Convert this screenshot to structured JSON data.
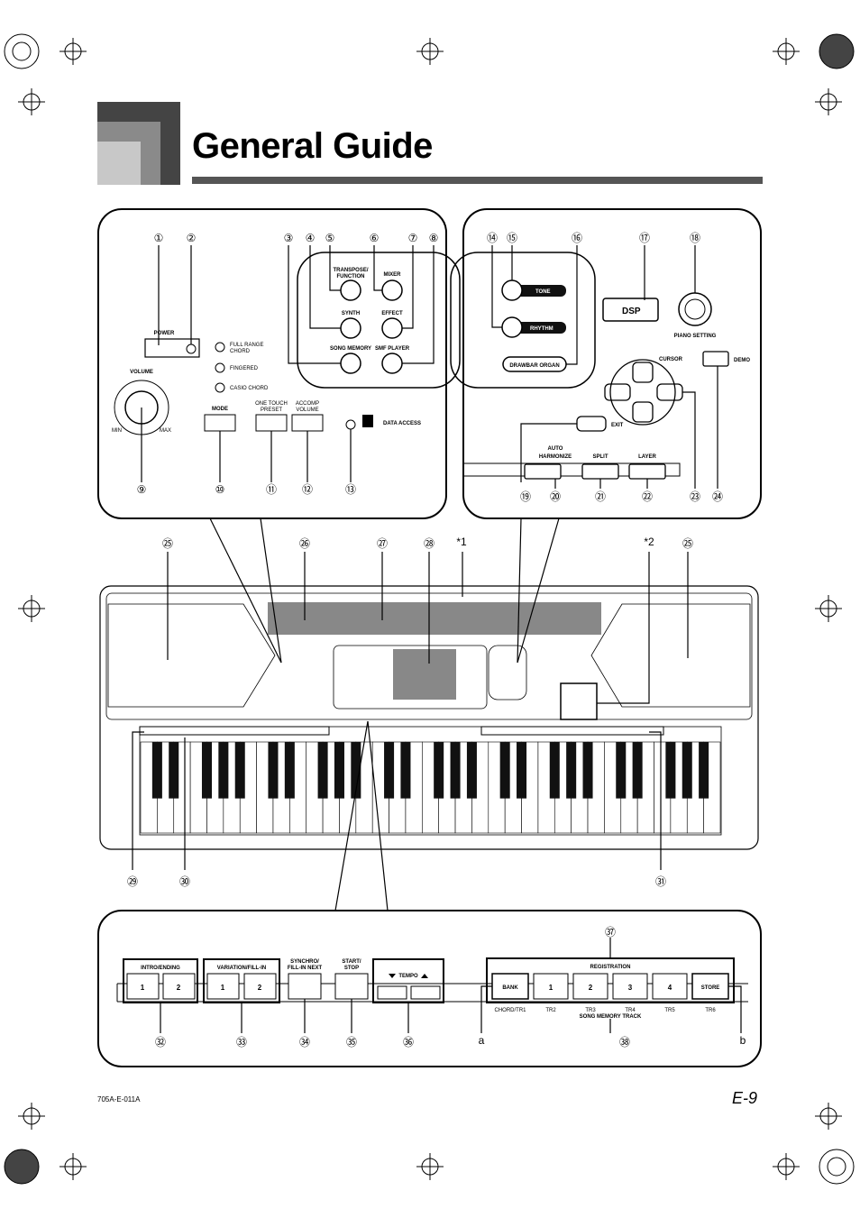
{
  "page": {
    "title": "General Guide",
    "footer_code": "705A-E-011A",
    "page_number": "E-9"
  },
  "left_panel": {
    "power": "POWER",
    "volume": "VOLUME",
    "min": "MIN",
    "max": "MAX",
    "full_range_chord": "FULL RANGE",
    "full_range_chord_2": "CHORD",
    "fingered": "FINGERED",
    "casio_chord": "CASIO CHORD",
    "mode": "MODE",
    "one_touch_preset_1": "ONE TOUCH",
    "one_touch_preset_2": "PRESET",
    "accomp_volume_1": "ACCOMP",
    "accomp_volume_2": "VOLUME",
    "data_access": "DATA ACCESS",
    "transpose_function_1": "TRANSPOSE/",
    "transpose_function_2": "FUNCTION",
    "mixer": "MIXER",
    "synth": "SYNTH",
    "effect": "EFFECT",
    "song_memory": "SONG MEMORY",
    "smf_player": "SMF PLAYER"
  },
  "right_panel": {
    "tone": "TONE",
    "rhythm": "RHYTHM",
    "drawbar_organ": "DRAWBAR ORGAN",
    "dsp": "DSP",
    "piano_setting": "PIANO SETTING",
    "cursor": "CURSOR",
    "demo": "DEMO",
    "exit": "EXIT",
    "auto_harmonize_1": "AUTO",
    "auto_harmonize_2": "HARMONIZE",
    "split": "SPLIT",
    "layer": "LAYER"
  },
  "bottom_panel": {
    "intro_ending": "INTRO/ENDING",
    "variation_fill_in": "VARIATION/FILL-IN",
    "synchro_1": "SYNCHRO/",
    "synchro_2": "FILL-IN NEXT",
    "start_stop_1": "START/",
    "start_stop_2": "STOP",
    "tempo": "TEMPO",
    "registration": "REGISTRATION",
    "bank": "BANK",
    "store": "STORE",
    "btn_1": "1",
    "btn_2": "2",
    "btn_3": "3",
    "btn_4": "4",
    "chord_tr1": "CHORD/TR1",
    "tr2": "TR2",
    "tr3": "TR3",
    "tr4": "TR4",
    "tr5": "TR5",
    "tr6": "TR6",
    "song_memory_track": "SONG MEMORY TRACK",
    "letter_a": "a",
    "letter_b": "b"
  },
  "callouts": {
    "n1": "①",
    "n2": "②",
    "n3": "③",
    "n4": "④",
    "n5": "⑤",
    "n6": "⑥",
    "n7": "⑦",
    "n8": "⑧",
    "n9": "⑨",
    "n10": "⑩",
    "n11": "⑪",
    "n12": "⑫",
    "n13": "⑬",
    "n14": "⑭",
    "n15": "⑮",
    "n16": "⑯",
    "n17": "⑰",
    "n18": "⑱",
    "n19": "⑲",
    "n20": "⑳",
    "n21": "㉑",
    "n22": "㉒",
    "n23": "㉓",
    "n24": "㉔",
    "n25": "㉕",
    "n26": "㉖",
    "n27": "㉗",
    "n28": "㉘",
    "n29": "㉙",
    "n30": "㉚",
    "n31": "㉛",
    "n32": "㉜",
    "n33": "㉝",
    "n34": "㉞",
    "n35": "㉟",
    "n36": "㊱",
    "n37": "㊲",
    "n38": "㊳",
    "star1": "*1",
    "star2": "*2"
  }
}
